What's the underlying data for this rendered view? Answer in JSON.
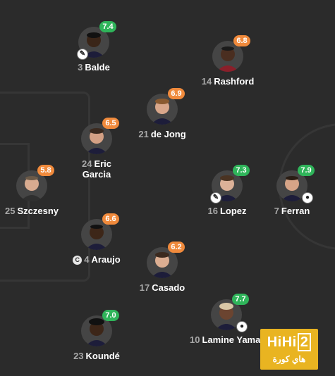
{
  "colors": {
    "background": "#2b2b2b",
    "pitch_lines": "#363636",
    "rating_green": "#2fb45a",
    "rating_orange": "#f08a3c",
    "name_text": "#ffffff",
    "number_text": "#a8a8a8",
    "logo_bg": "#e9b421"
  },
  "players": [
    {
      "number": "3",
      "name": "Balde",
      "rating": "7.4",
      "rating_color": "green",
      "badge": "boot-icon",
      "badge_text": "✎"
    },
    {
      "number": "14",
      "name": "Rashford",
      "rating": "6.8",
      "rating_color": "orange"
    },
    {
      "number": "21",
      "name": "de Jong",
      "rating": "6.9",
      "rating_color": "orange"
    },
    {
      "number": "24",
      "name": "Eric",
      "name2": "Garcia",
      "rating": "6.5",
      "rating_color": "orange"
    },
    {
      "number": "25",
      "name": "Szczesny",
      "rating": "5.8",
      "rating_color": "orange"
    },
    {
      "number": "16",
      "name": "Lopez",
      "rating": "7.3",
      "rating_color": "green",
      "badge": "boot-icon",
      "badge_text": "✎"
    },
    {
      "number": "7",
      "name": "Ferran",
      "rating": "7.9",
      "rating_color": "green",
      "badge": "ball-icon",
      "badge_text": "●"
    },
    {
      "number": "4",
      "name": "Araujo",
      "rating": "6.6",
      "rating_color": "orange",
      "captain": "C"
    },
    {
      "number": "17",
      "name": "Casado",
      "rating": "6.2",
      "rating_color": "orange"
    },
    {
      "number": "10",
      "name": "Lamine Yamal",
      "rating": "7.7",
      "rating_color": "green",
      "badge": "ball-icon",
      "badge_text": "●"
    },
    {
      "number": "23",
      "name": "Koundé",
      "rating": "7.0",
      "rating_color": "green"
    }
  ],
  "watermark": {
    "main": "HiHi",
    "digit": "2",
    "sub": "هاي كورة"
  }
}
